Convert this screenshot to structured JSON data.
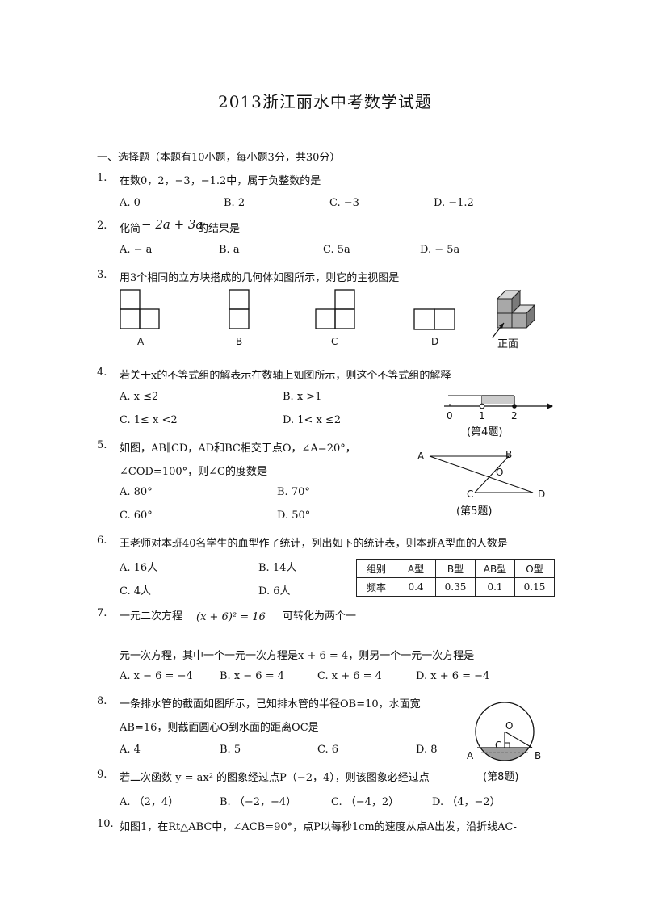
{
  "title": "2013浙江丽水中考数学试题",
  "section1": "一、选择题（本题有10小题，每小题3分，共30分）",
  "q1": {
    "num": "1.",
    "text": "在数0，2，−3，−1.2中，属于负整数的是",
    "options": [
      "A.  0",
      "B.  2",
      "C.  −3",
      "D.  −1.2"
    ]
  },
  "q2": {
    "num": "2.",
    "pre": "化简",
    "expr": "− 2a + 3a",
    "post": "的结果是",
    "options": [
      "A.  − a",
      "B.  a",
      "C.  5a",
      "D.  − 5a"
    ]
  },
  "q3": {
    "num": "3.",
    "text": "用3个相同的立方块搭成的几何体如图所示，则它的主视图是",
    "labels": [
      "A",
      "B",
      "C",
      "D"
    ],
    "front_label": "正面"
  },
  "q4": {
    "num": "4.",
    "text": "若关于x的不等式组的解表示在数轴上如图所示，则这个不等式组的解释",
    "options": [
      "A.  x ≤2",
      "B.  x >1",
      "C.  1≤ x <2",
      "D.  1< x ≤2"
    ],
    "axis_ticks": [
      "0",
      "1",
      "2"
    ],
    "caption": "(第4题)"
  },
  "q5": {
    "num": "5.",
    "line1": "如图，AB∥CD，AD和BC相交于点O，∠A=20°，",
    "line2": "∠COD=100°，则∠C的度数是",
    "options": [
      "A.  80°",
      "B.  70°",
      "C.  60°",
      "D.  50°"
    ],
    "points": [
      "A",
      "B",
      "O",
      "C",
      "D"
    ],
    "caption": "(第5题)"
  },
  "q6": {
    "num": "6.",
    "text": "王老师对本班40名学生的血型作了统计，列出如下的统计表，则本班A型血的人数是",
    "options": [
      "A.  16人",
      "B.  14人",
      "C.  4人",
      "D.  6人"
    ],
    "table_headers": [
      "组别",
      "A型",
      "B型",
      "AB型",
      "O型"
    ],
    "table_row": [
      "频率",
      "0.4",
      "0.35",
      "0.1",
      "0.15"
    ]
  },
  "q7": {
    "num": "7.",
    "pre": "一元二次方程",
    "eq": "(x + 6)² = 16",
    "post": "可转化为两个一",
    "line2": "元一次方程，其中一个一元一次方程是x + 6 = 4，则另一个一元一次方程是",
    "options": [
      "A.  x − 6 = −4",
      "B.  x − 6 = 4",
      "C.  x + 6 = 4",
      "D.  x + 6 = −4"
    ]
  },
  "q8": {
    "num": "8.",
    "line1": "一条排水管的截面如图所示，已知排水管的半径OB=10，水面宽",
    "line2": "AB=16，则截面圆心O到水面的距离OC是",
    "options": [
      "A.  4",
      "B.  5",
      "C.  6",
      "D.  8"
    ],
    "points": [
      "O",
      "C",
      "A",
      "B"
    ],
    "caption": "(第8题)"
  },
  "q9": {
    "num": "9.",
    "text": "若二次函数 y = ax² 的图象经过点P（−2，4），则该图象必经过点",
    "options": [
      "A.  （2，4）",
      "B.  （−2，−4）",
      "C.  （−4，2）",
      "D.  （4，−2）"
    ]
  },
  "q10": {
    "num": "10.",
    "text": "如图1，在Rt△ABC中，∠ACB=90°，点P以每秒1cm的速度从点A出发，沿折线AC-"
  }
}
